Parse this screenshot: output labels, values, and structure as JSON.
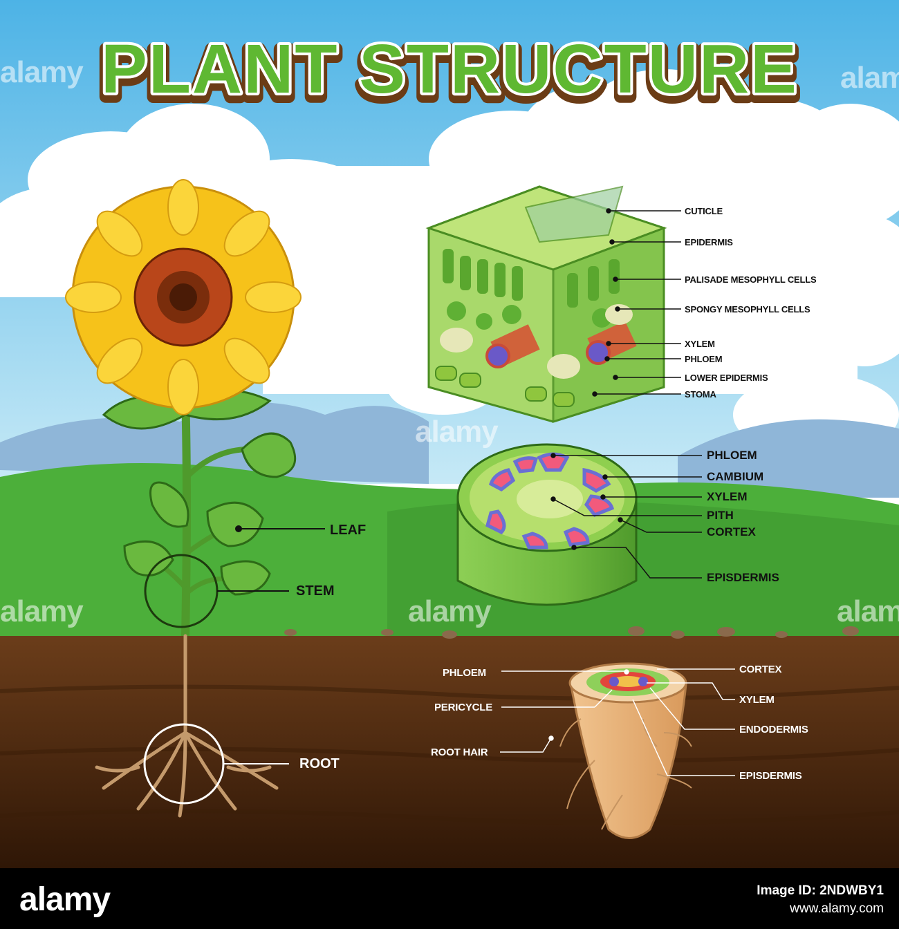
{
  "title": "PLANT STRUCTURE",
  "plant_labels": {
    "leaf": "LEAF",
    "stem": "STEM",
    "root": "ROOT"
  },
  "leaf_section": {
    "cuticle": "CUTICLE",
    "epidermis": "EPIDERMIS",
    "palisade": "PALISADE MESOPHYLL CELLS",
    "spongy": "SPONGY MESOPHYLL CELLS",
    "xylem": "XYLEM",
    "phloem": "PHLOEM",
    "lower_epidermis": "LOWER EPIDERMIS",
    "stoma": "STOMA"
  },
  "stem_section": {
    "phloem": "PHLOEM",
    "cambium": "CAMBIUM",
    "xylem": "XYLEM",
    "pith": "PITH",
    "cortex": "CORTEX",
    "epidermis": "EPISDERMIS"
  },
  "root_section": {
    "phloem": "PHLOEM",
    "pericycle": "PERICYCLE",
    "root_hair": "ROOT HAIR",
    "cortex": "CORTEX",
    "xylem": "XYLEM",
    "endodermis": "ENDODERMIS",
    "epidermis": "EPISDERMIS"
  },
  "watermarks": [
    "alamy",
    "alamy",
    "alamy",
    "alamy",
    "alamy",
    "alamy"
  ],
  "footer": {
    "logo": "alamy",
    "image_id": "Image ID: 2NDWBY1",
    "url": "www.alamy.com"
  },
  "colors": {
    "sky_top": "#4fb6e8",
    "sky_bottom": "#bfe6f5",
    "grass": "#4caf3a",
    "soil": "#4a2a12",
    "title_green": "#5fb832",
    "petal": "#f6c21a"
  }
}
